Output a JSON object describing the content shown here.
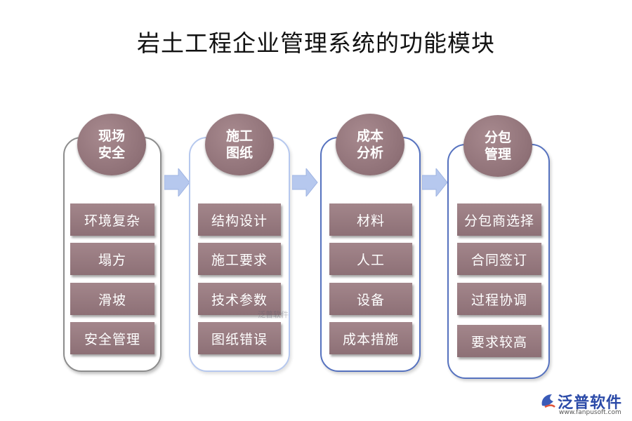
{
  "title": "岩土工程企业管理系统的功能模块",
  "modules": [
    {
      "header": "现场安全",
      "items": [
        "环境复杂",
        "塌方",
        "滑坡",
        "安全管理"
      ]
    },
    {
      "header": "施工图纸",
      "items": [
        "结构设计",
        "施工要求",
        "技术参数",
        "图纸错误"
      ]
    },
    {
      "header": "成本分析",
      "items": [
        "材料",
        "人工",
        "设备",
        "成本措施"
      ]
    },
    {
      "header": "分包管理",
      "items": [
        "分包商选择",
        "合同签订",
        "过程协调",
        "要求较高"
      ]
    }
  ],
  "logo": {
    "name": "泛普软件",
    "url": "www.fanpusoft.com"
  },
  "colors": {
    "node_fill": "#8f7177",
    "arrow": "#b6c8ee",
    "frame_blue": "#5672bf",
    "frame_gray": "#8d8d8d"
  }
}
